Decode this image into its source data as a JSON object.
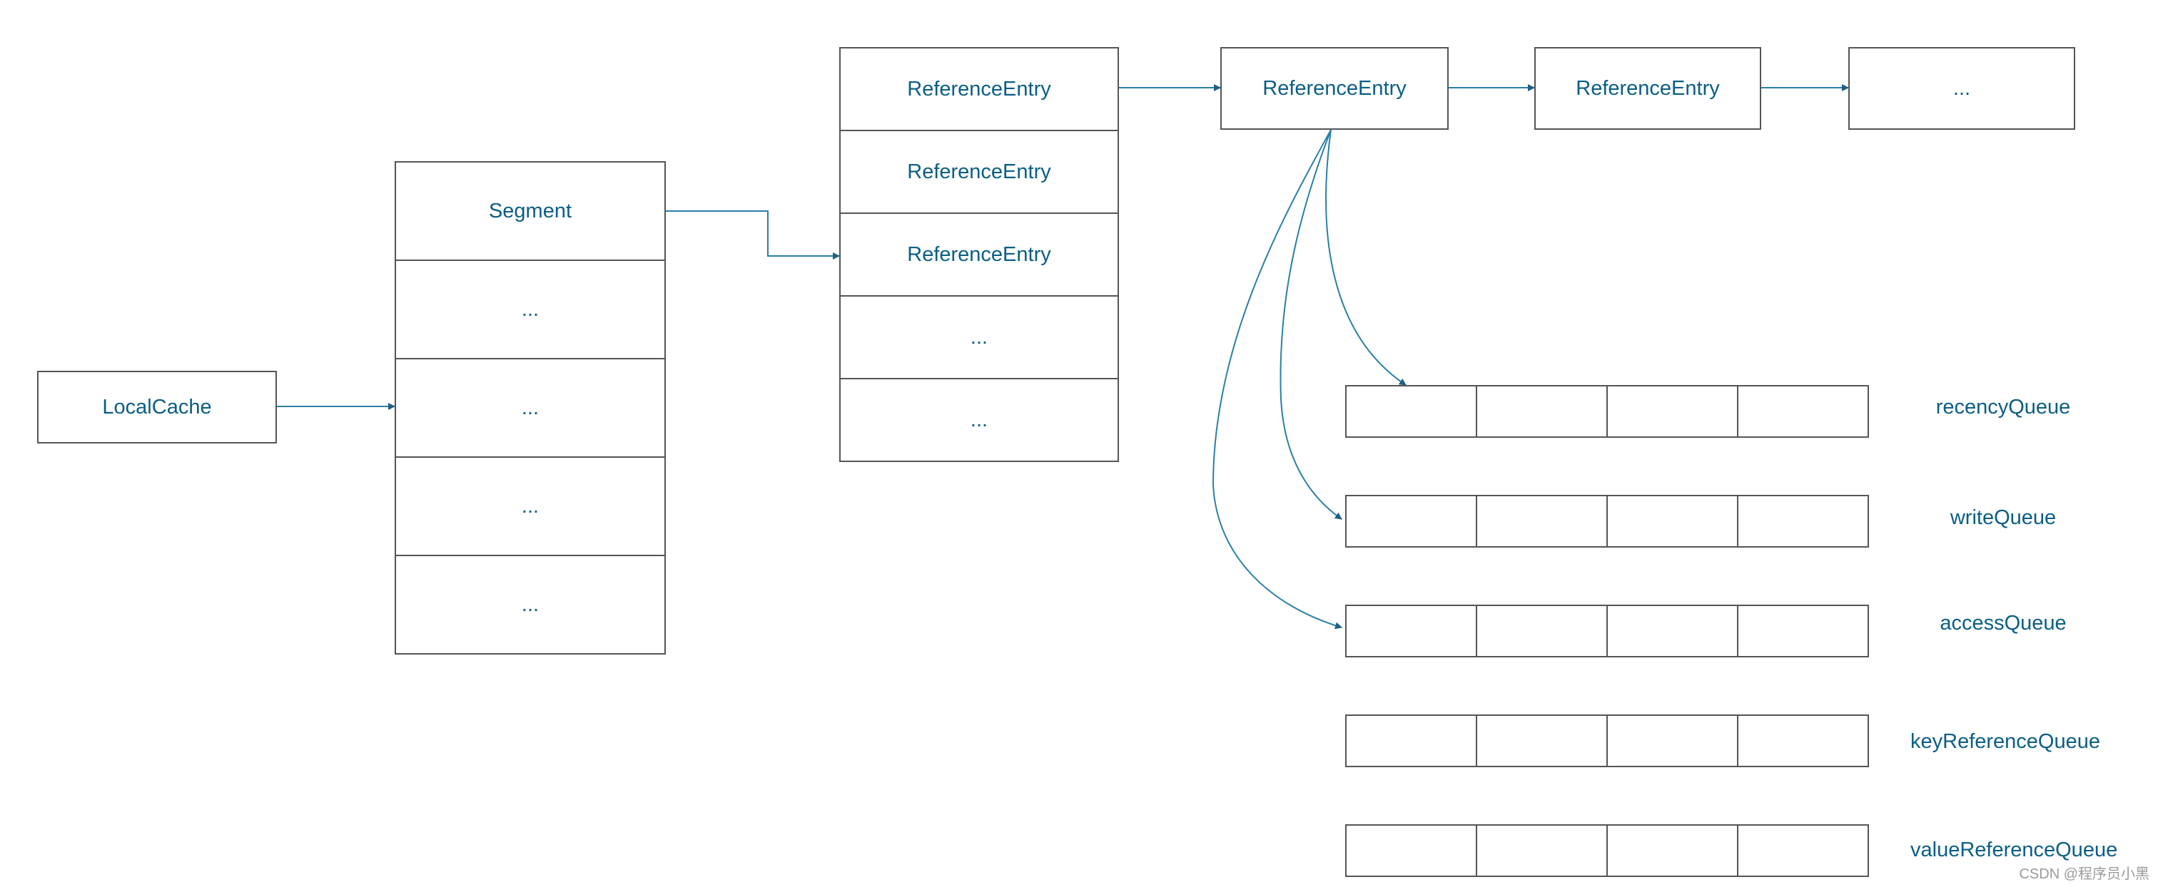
{
  "nodes": {
    "local_cache": "LocalCache",
    "segments": [
      "Segment",
      "...",
      "...",
      "...",
      "..."
    ],
    "table_entries": [
      "ReferenceEntry",
      "ReferenceEntry",
      "ReferenceEntry",
      "...",
      "..."
    ],
    "chain": [
      "ReferenceEntry",
      "ReferenceEntry",
      "..."
    ]
  },
  "queues": [
    {
      "label": "recencyQueue"
    },
    {
      "label": "writeQueue"
    },
    {
      "label": "accessQueue"
    },
    {
      "label": "keyReferenceQueue"
    },
    {
      "label": "valueReferenceQueue"
    }
  ],
  "watermark": "CSDN @程序员小黑",
  "colors": {
    "text": "#0b5e85",
    "arrow": "#2a7fa8",
    "border": "#555555"
  }
}
